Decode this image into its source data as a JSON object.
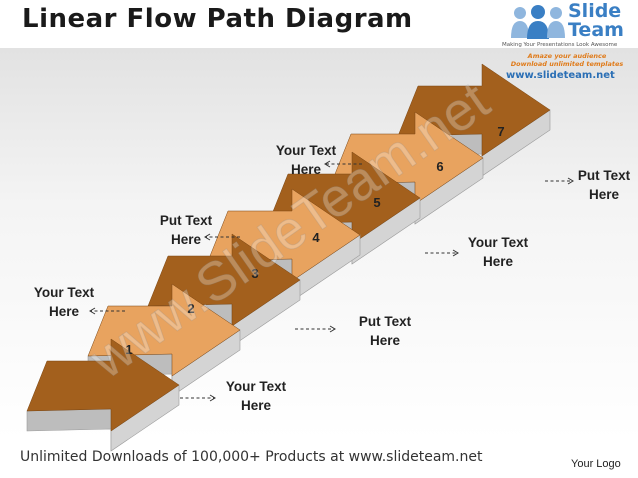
{
  "title": "Linear Flow Path Diagram",
  "brand": {
    "name_line1": "Slide",
    "name_line2": "Team",
    "tagline": "Making Your Presentations Look Awesome",
    "promo_line1": "Amaze your audience",
    "promo_line2": "Download unlimited templates",
    "url": "www.slideteam.net"
  },
  "watermark": "www.SlideTeam.net",
  "steps": [
    {
      "number": "1"
    },
    {
      "number": "2"
    },
    {
      "number": "3"
    },
    {
      "number": "4"
    },
    {
      "number": "5"
    },
    {
      "number": "6"
    },
    {
      "number": "7"
    }
  ],
  "labels": [
    {
      "line1": "Your Text",
      "line2": "Here"
    },
    {
      "line1": "Your Text",
      "line2": "Here"
    },
    {
      "line1": "Put Text",
      "line2": "Here"
    },
    {
      "line1": "Put Text",
      "line2": "Here"
    },
    {
      "line1": "Your Text",
      "line2": "Here"
    },
    {
      "line1": "Your Text",
      "line2": "Here"
    },
    {
      "line1": "Put Text",
      "line2": "Here"
    }
  ],
  "colors": {
    "dark_arrow": "#a3601d",
    "light_arrow": "#e8a35f",
    "arrow_side": "#d4d4d4",
    "arrow_edge": "#9a9a9a"
  },
  "footer": "Unlimited Downloads of 100,000+ Products at www.slideteam.net",
  "logo_text": "Your Logo"
}
